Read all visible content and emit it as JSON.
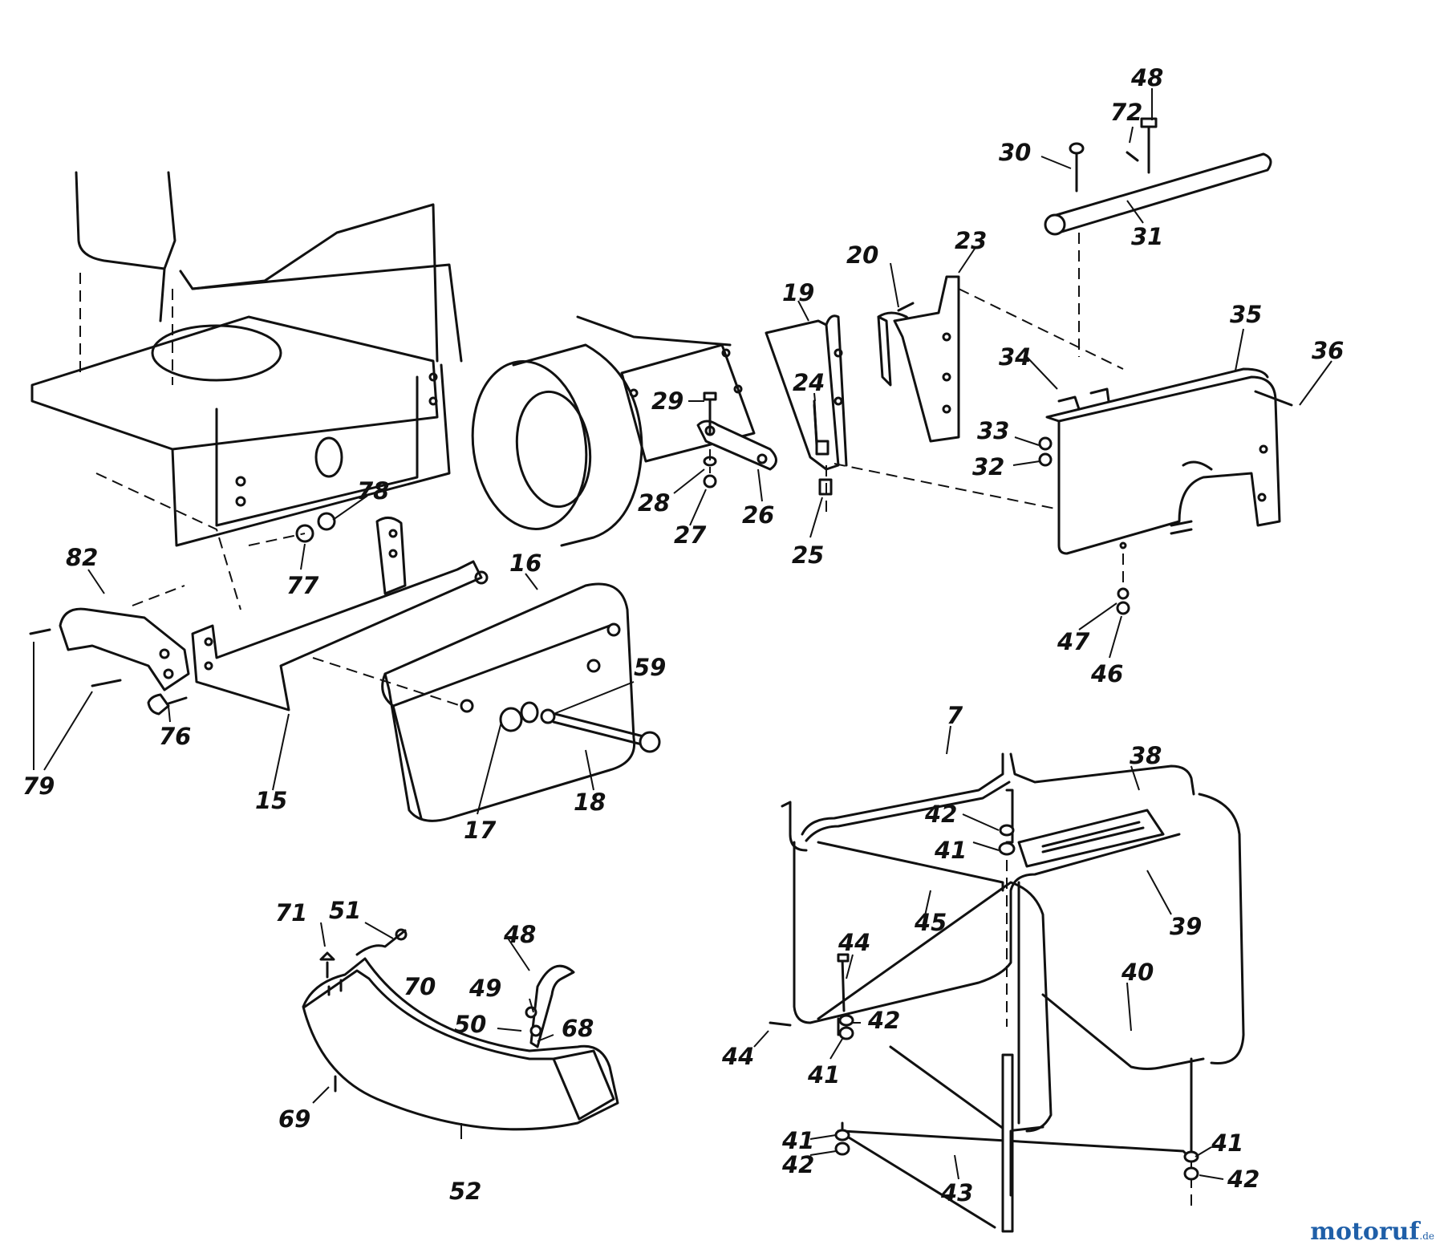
{
  "callouts": [
    {
      "id": "n48a",
      "text": "48"
    },
    {
      "id": "n72",
      "text": "72"
    },
    {
      "id": "n30",
      "text": "30"
    },
    {
      "id": "n31",
      "text": "31"
    },
    {
      "id": "n23",
      "text": "23"
    },
    {
      "id": "n20",
      "text": "20"
    },
    {
      "id": "n19",
      "text": "19"
    },
    {
      "id": "n35",
      "text": "35"
    },
    {
      "id": "n36",
      "text": "36"
    },
    {
      "id": "n34",
      "text": "34"
    },
    {
      "id": "n24",
      "text": "24"
    },
    {
      "id": "n29",
      "text": "29"
    },
    {
      "id": "n33",
      "text": "33"
    },
    {
      "id": "n32",
      "text": "32"
    },
    {
      "id": "n28",
      "text": "28"
    },
    {
      "id": "n26",
      "text": "26"
    },
    {
      "id": "n27",
      "text": "27"
    },
    {
      "id": "n25",
      "text": "25"
    },
    {
      "id": "n78",
      "text": "78"
    },
    {
      "id": "n77",
      "text": "77"
    },
    {
      "id": "n82",
      "text": "82"
    },
    {
      "id": "n16",
      "text": "16"
    },
    {
      "id": "n59",
      "text": "59"
    },
    {
      "id": "n47",
      "text": "47"
    },
    {
      "id": "n46",
      "text": "46"
    },
    {
      "id": "n76",
      "text": "76"
    },
    {
      "id": "n79",
      "text": "79"
    },
    {
      "id": "n15",
      "text": "15"
    },
    {
      "id": "n18",
      "text": "18"
    },
    {
      "id": "n17",
      "text": "17"
    },
    {
      "id": "n7",
      "text": "7"
    },
    {
      "id": "n38",
      "text": "38"
    },
    {
      "id": "n42a",
      "text": "42"
    },
    {
      "id": "n41a",
      "text": "41"
    },
    {
      "id": "n71",
      "text": "71"
    },
    {
      "id": "n51",
      "text": "51"
    },
    {
      "id": "n48b",
      "text": "48"
    },
    {
      "id": "n70",
      "text": "70"
    },
    {
      "id": "n49",
      "text": "49"
    },
    {
      "id": "n50",
      "text": "50"
    },
    {
      "id": "n68",
      "text": "68"
    },
    {
      "id": "n69",
      "text": "69"
    },
    {
      "id": "n52",
      "text": "52"
    },
    {
      "id": "n44a",
      "text": "44"
    },
    {
      "id": "n45",
      "text": "45"
    },
    {
      "id": "n39",
      "text": "39"
    },
    {
      "id": "n40",
      "text": "40"
    },
    {
      "id": "n44b",
      "text": "44"
    },
    {
      "id": "n42b",
      "text": "42"
    },
    {
      "id": "n41b",
      "text": "41"
    },
    {
      "id": "n41c",
      "text": "41"
    },
    {
      "id": "n42c",
      "text": "42"
    },
    {
      "id": "n43",
      "text": "43"
    },
    {
      "id": "n41d",
      "text": "41"
    },
    {
      "id": "n42d",
      "text": "42"
    }
  ],
  "watermark": {
    "name": "motoruf",
    "tld": ".de"
  }
}
